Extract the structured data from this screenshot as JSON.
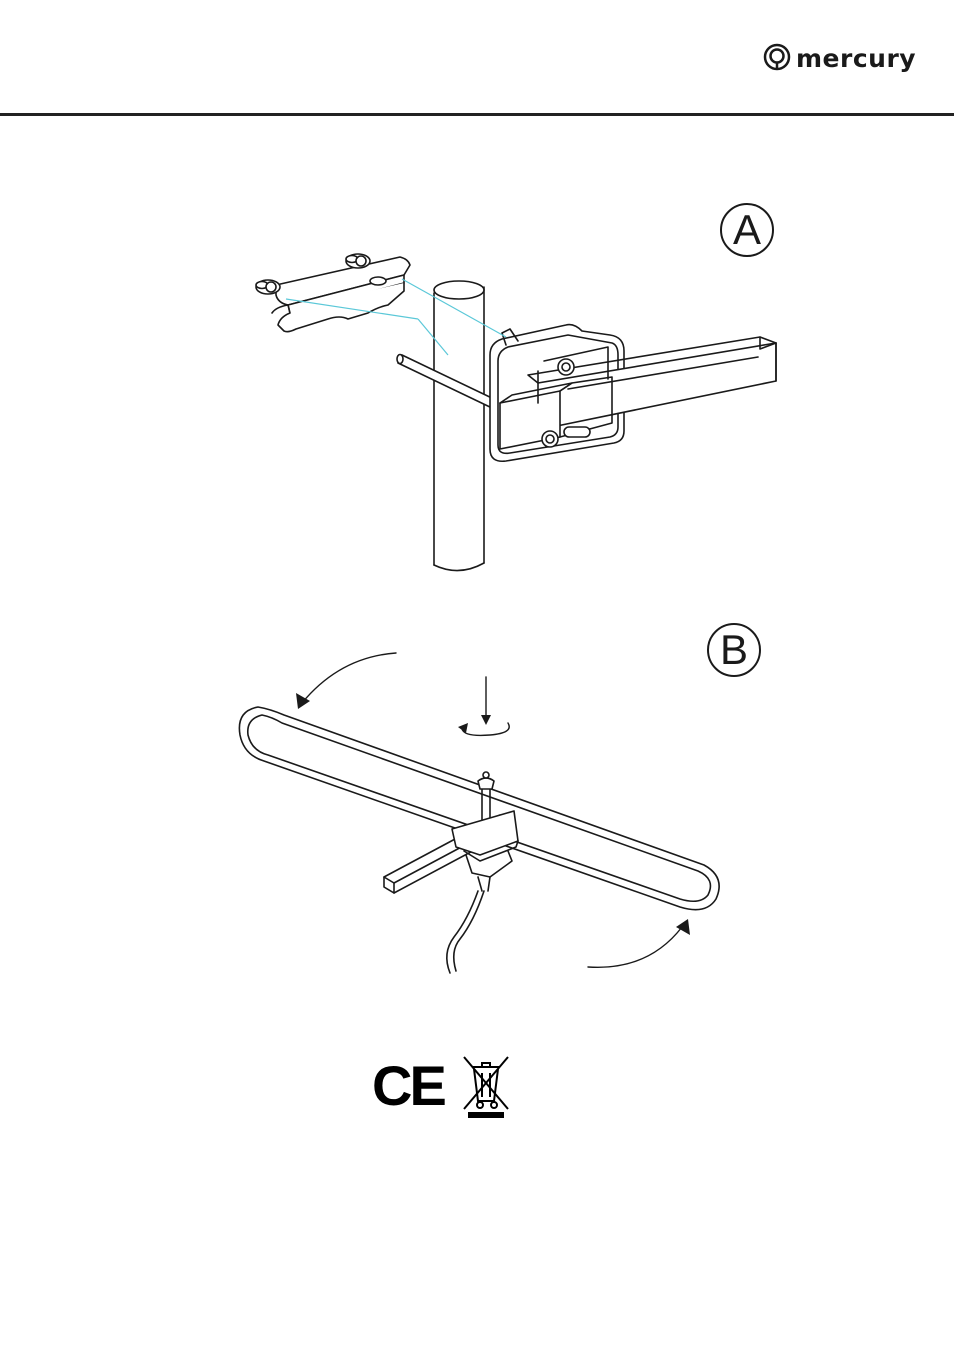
{
  "header": {
    "brand_name": "mercury",
    "logo_icon": "mercury-logo-icon"
  },
  "figures": [
    {
      "label": "A",
      "depicts": "mast-bracket-assembly"
    },
    {
      "label": "B",
      "depicts": "antenna-rotation-adjustment"
    }
  ],
  "compliance": {
    "ce_mark": "CE",
    "weee_icon": "crossed-bin-icon"
  },
  "colors": {
    "line": "#1a1a1a",
    "guide_line": "#5bc8d8"
  }
}
